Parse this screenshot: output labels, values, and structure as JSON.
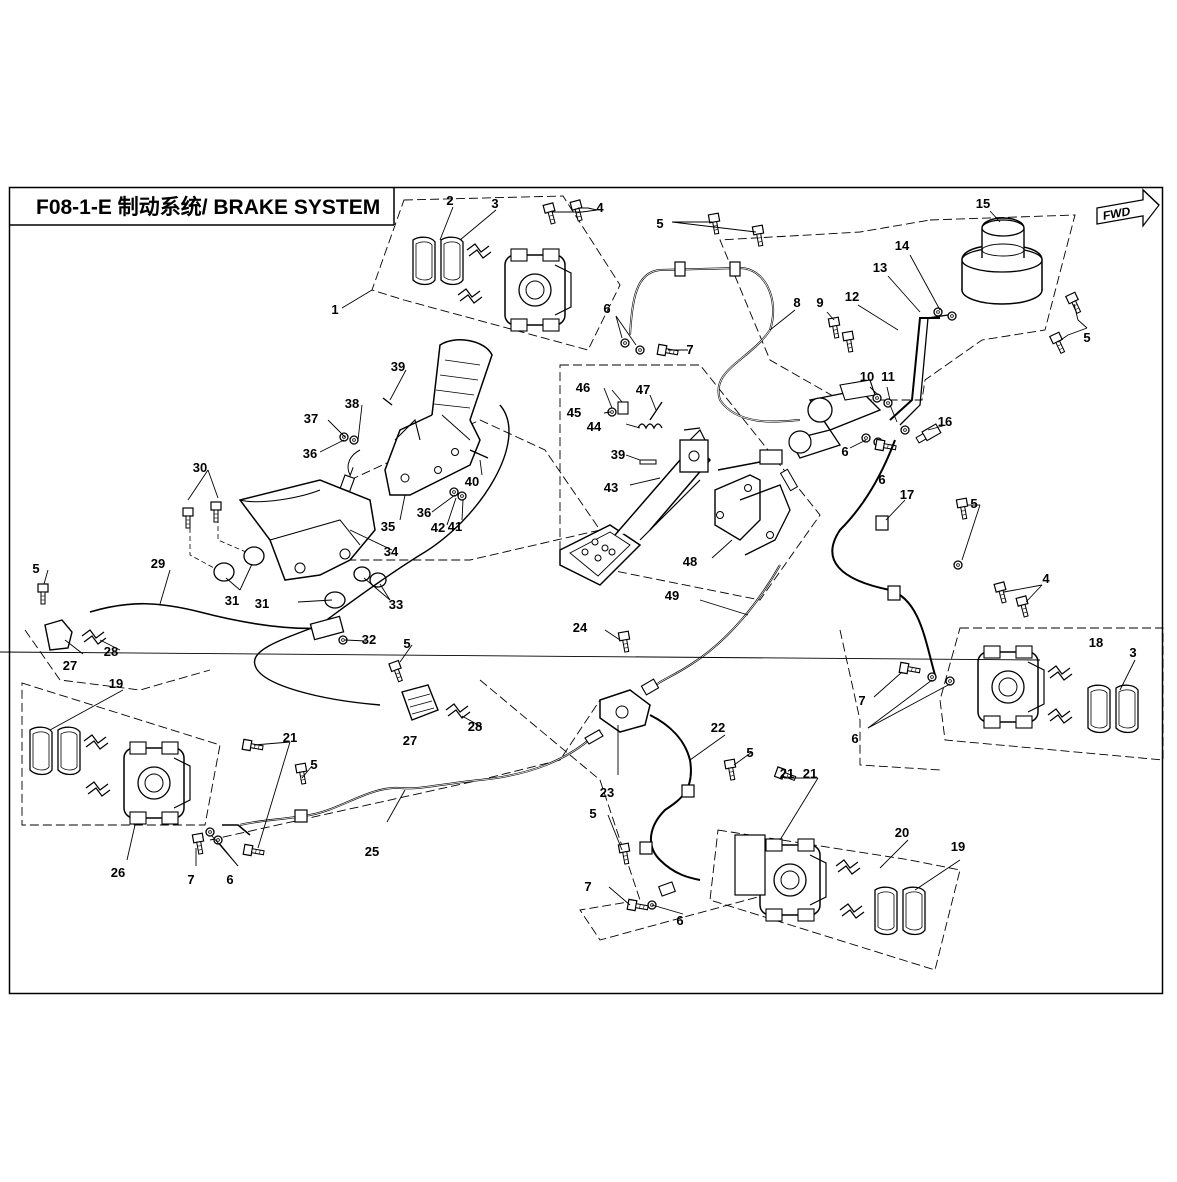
{
  "title": "F08-1-E 制动系统/ BRAKE SYSTEM",
  "fwd_label": "FWD",
  "callout_numbers": [
    "1",
    "2",
    "3",
    "4",
    "5",
    "6",
    "7",
    "8",
    "9",
    "10",
    "11",
    "12",
    "13",
    "14",
    "15",
    "16",
    "17",
    "18",
    "19",
    "20",
    "21",
    "22",
    "23",
    "24",
    "25",
    "26",
    "27",
    "28",
    "29",
    "30",
    "31",
    "32",
    "33",
    "34",
    "35",
    "36",
    "37",
    "38",
    "39",
    "40",
    "41",
    "42",
    "43",
    "44",
    "45",
    "46",
    "47",
    "48",
    "49"
  ],
  "icons": {
    "fwd_arrow": "fwd-arrow-icon",
    "brake_pads": "brake-pad-icon",
    "caliper": "brake-caliper-icon",
    "bolt": "bolt-icon",
    "washer": "washer-icon",
    "reservoir": "brake-fluid-reservoir-icon",
    "pedal": "brake-pedal-icon",
    "handbrake": "handbrake-lever-icon"
  }
}
